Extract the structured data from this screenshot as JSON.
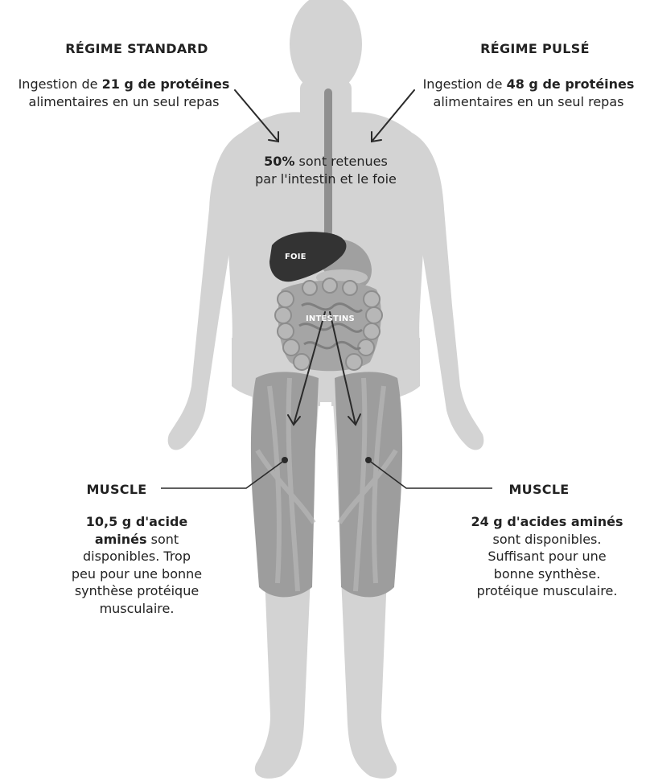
{
  "left": {
    "heading": "RÉGIME STANDARD",
    "intake_prefix": "Ingestion de ",
    "intake_bold": "21 g de protéines",
    "intake_suffix": "alimentaires en un seul repas"
  },
  "right": {
    "heading": "RÉGIME PULSÉ",
    "intake_prefix": "Ingestion de ",
    "intake_bold": "48 g de protéines",
    "intake_suffix": "alimentaires en un seul repas"
  },
  "center": {
    "retention_bold": "50%",
    "retention_rest": " sont retenues",
    "retention_line2": "par l'intestin et le foie"
  },
  "organs": {
    "liver": "FOIE",
    "intestines": "INTESTINS"
  },
  "muscle_left": {
    "heading": "MUSCLE",
    "bold1": "10,5 g d'acide",
    "bold2": "aminés",
    "rest2": " sont",
    "line3": "disponibles. Trop",
    "line4": "peu pour une bonne",
    "line5": "synthèse protéique",
    "line6": "musculaire."
  },
  "muscle_right": {
    "heading": "MUSCLE",
    "bold1": "24 g d'acides aminés",
    "line2": "sont disponibles.",
    "line3": "Suffisant pour une",
    "line4": "bonne synthèse.",
    "line5": "protéique musculaire."
  },
  "colors": {
    "body": "#d3d3d3",
    "muscle": "#9d9d9d",
    "liver": "#333333",
    "organ": "#a5a5a5",
    "stroke": "#2a2a2a"
  }
}
